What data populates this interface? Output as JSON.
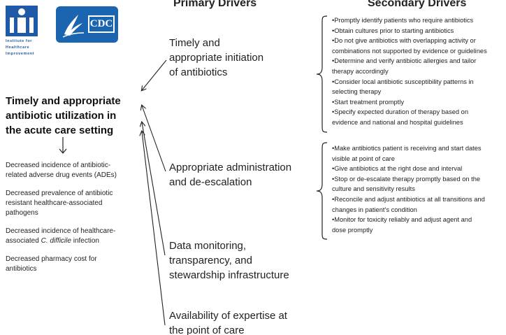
{
  "logos": {
    "ihi_text": [
      "Institute for",
      "Healthcare",
      "Improvement"
    ],
    "cdc_text": "CDC"
  },
  "headers": {
    "primary": "Primary Drivers",
    "secondary": "Secondary Drivers"
  },
  "aim": {
    "lines": [
      "Timely and appropriate",
      "antibiotic utilization in",
      "the acute care setting"
    ]
  },
  "outcomes": [
    {
      "lines": [
        "Decreased  incidence of antibiotic-",
        "related adverse drug events (ADEs)"
      ]
    },
    {
      "lines": [
        "Decreased prevalence of antibiotic",
        "resistant healthcare-associated",
        "pathogens"
      ]
    },
    {
      "lines": [
        "Decreased incidence of healthcare-"
      ],
      "prefix": "associated ",
      "italic": "C. difficile",
      "suffix": " infection"
    },
    {
      "lines": [
        "Decreased pharmacy cost for",
        "antibiotics"
      ]
    }
  ],
  "primary_drivers": [
    {
      "lines": [
        "Timely and",
        "appropriate initiation",
        "of antibiotics"
      ]
    },
    {
      "lines": [
        "Appropriate administration",
        "and de-escalation"
      ]
    },
    {
      "lines": [
        "Data monitoring,",
        "transparency, and",
        "stewardship infrastructure"
      ]
    },
    {
      "lines": [
        "Availability of expertise at",
        "the point of care"
      ]
    }
  ],
  "secondary_drivers": [
    {
      "lines": [
        "•Promptly identify patients who require antibiotics",
        "•Obtain cultures prior to starting antibiotics",
        "•Do not give antibiotics with overlapping activity or",
        "combinations not supported by evidence or guidelines",
        "•Determine and verify antibiotic allergies and tailor",
        "therapy accordingly",
        "•Consider local antibiotic susceptibility patterns in",
        "selecting therapy",
        "•Start treatment promptly",
        "•Specify expected duration of therapy based on",
        "evidence and national and hospital guidelines"
      ]
    },
    {
      "lines": [
        "•Make antibiotics patient is receiving and start dates",
        "visible at point of care",
        "•Give antibiotics at the right dose and interval",
        "•Stop or de-escalate therapy promptly based on the",
        "culture and sensitivity results",
        "•Reconcile and adjust antibiotics at all transitions and",
        "changes in patient’s condition",
        "•Monitor for toxicity reliably and adjust agent and",
        "dose promptly"
      ]
    }
  ]
}
